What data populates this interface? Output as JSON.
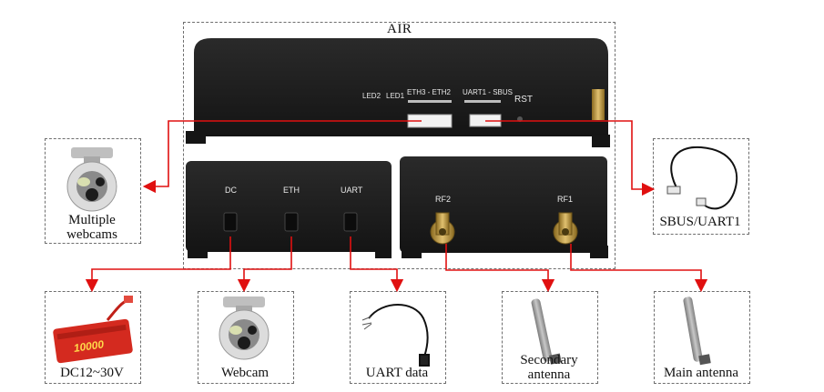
{
  "air_unit": {
    "title": "AIR",
    "top_panel": {
      "led2": "LED2",
      "led1": "LED1",
      "eth_group": "ETH3 - ETH2",
      "uart_group": "UART1 - SBUS",
      "rst": "RST"
    },
    "bottom_left_ports": {
      "dc": "DC",
      "eth": "ETH",
      "uart": "UART"
    },
    "bottom_right_ports": {
      "rf2": "RF2",
      "rf1": "RF1"
    }
  },
  "peripherals": {
    "multiple_webcams": {
      "line1": "Multiple",
      "line2": "webcams"
    },
    "sbus_uart1": {
      "label": "SBUS/UART1"
    },
    "battery": {
      "label": "DC12~30V",
      "printed_capacity": "10000"
    },
    "webcam": {
      "label": "Webcam"
    },
    "uart_data": {
      "label": "UART data"
    },
    "secondary_antenna": {
      "line1": "Secondary",
      "line2": "antenna"
    },
    "main_antenna": {
      "label": "Main antenna"
    }
  },
  "colors": {
    "connector_line": "#e01010",
    "device_body": "#1c1c1c",
    "dashed_border": "#6e6e6e",
    "battery_red": "#d42a1f",
    "antenna_gray": "#9a9a9a"
  }
}
